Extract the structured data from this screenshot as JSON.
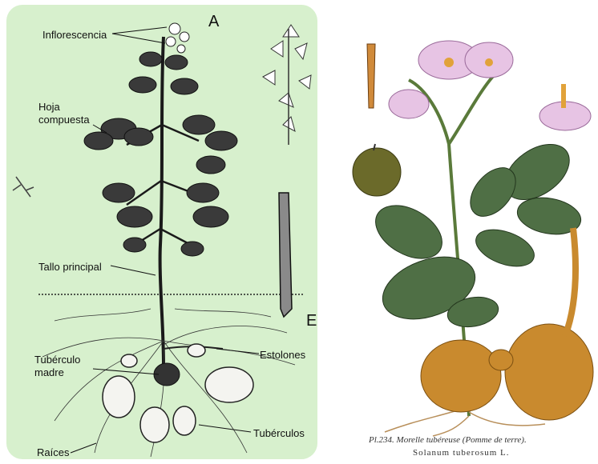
{
  "left": {
    "letter_a": "A",
    "letter_b": "E",
    "labels": {
      "inflorescencia": "Inflorescencia",
      "hoja_line1": "Hoja",
      "hoja_line2": "compuesta",
      "tallo": "Tallo principal",
      "estolones": "Estolones",
      "tuberculo_line1": "Tubérculo",
      "tuberculo_line2": "madre",
      "tuberculos": "Tubérculos",
      "raices": "Raíces"
    },
    "colors": {
      "panel": "#d7f0cd",
      "ink": "#1a1a1a"
    }
  },
  "right": {
    "caption_line1": "Pl.234. Morelle tubéreuse (Pomme de terre).",
    "caption_line2": "Solanum tuberosum L.",
    "colors": {
      "leaf": "#4f6f45",
      "flower": "#e7c4e4",
      "tuber": "#c98a2e",
      "berry": "#6b6a2a"
    }
  }
}
